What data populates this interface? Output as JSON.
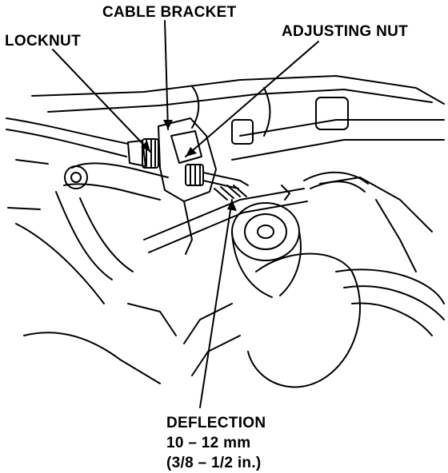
{
  "labels": {
    "cable_bracket": "CABLE BRACKET",
    "locknut": "LOCKNUT",
    "adjusting_nut": "ADJUSTING NUT",
    "deflection": "DEFLECTION",
    "deflection_mm": "10 – 12 mm",
    "deflection_in": "(3/8 – 1/2 in.)"
  },
  "colors": {
    "ink": "#000000",
    "paper": "#ffffff"
  }
}
